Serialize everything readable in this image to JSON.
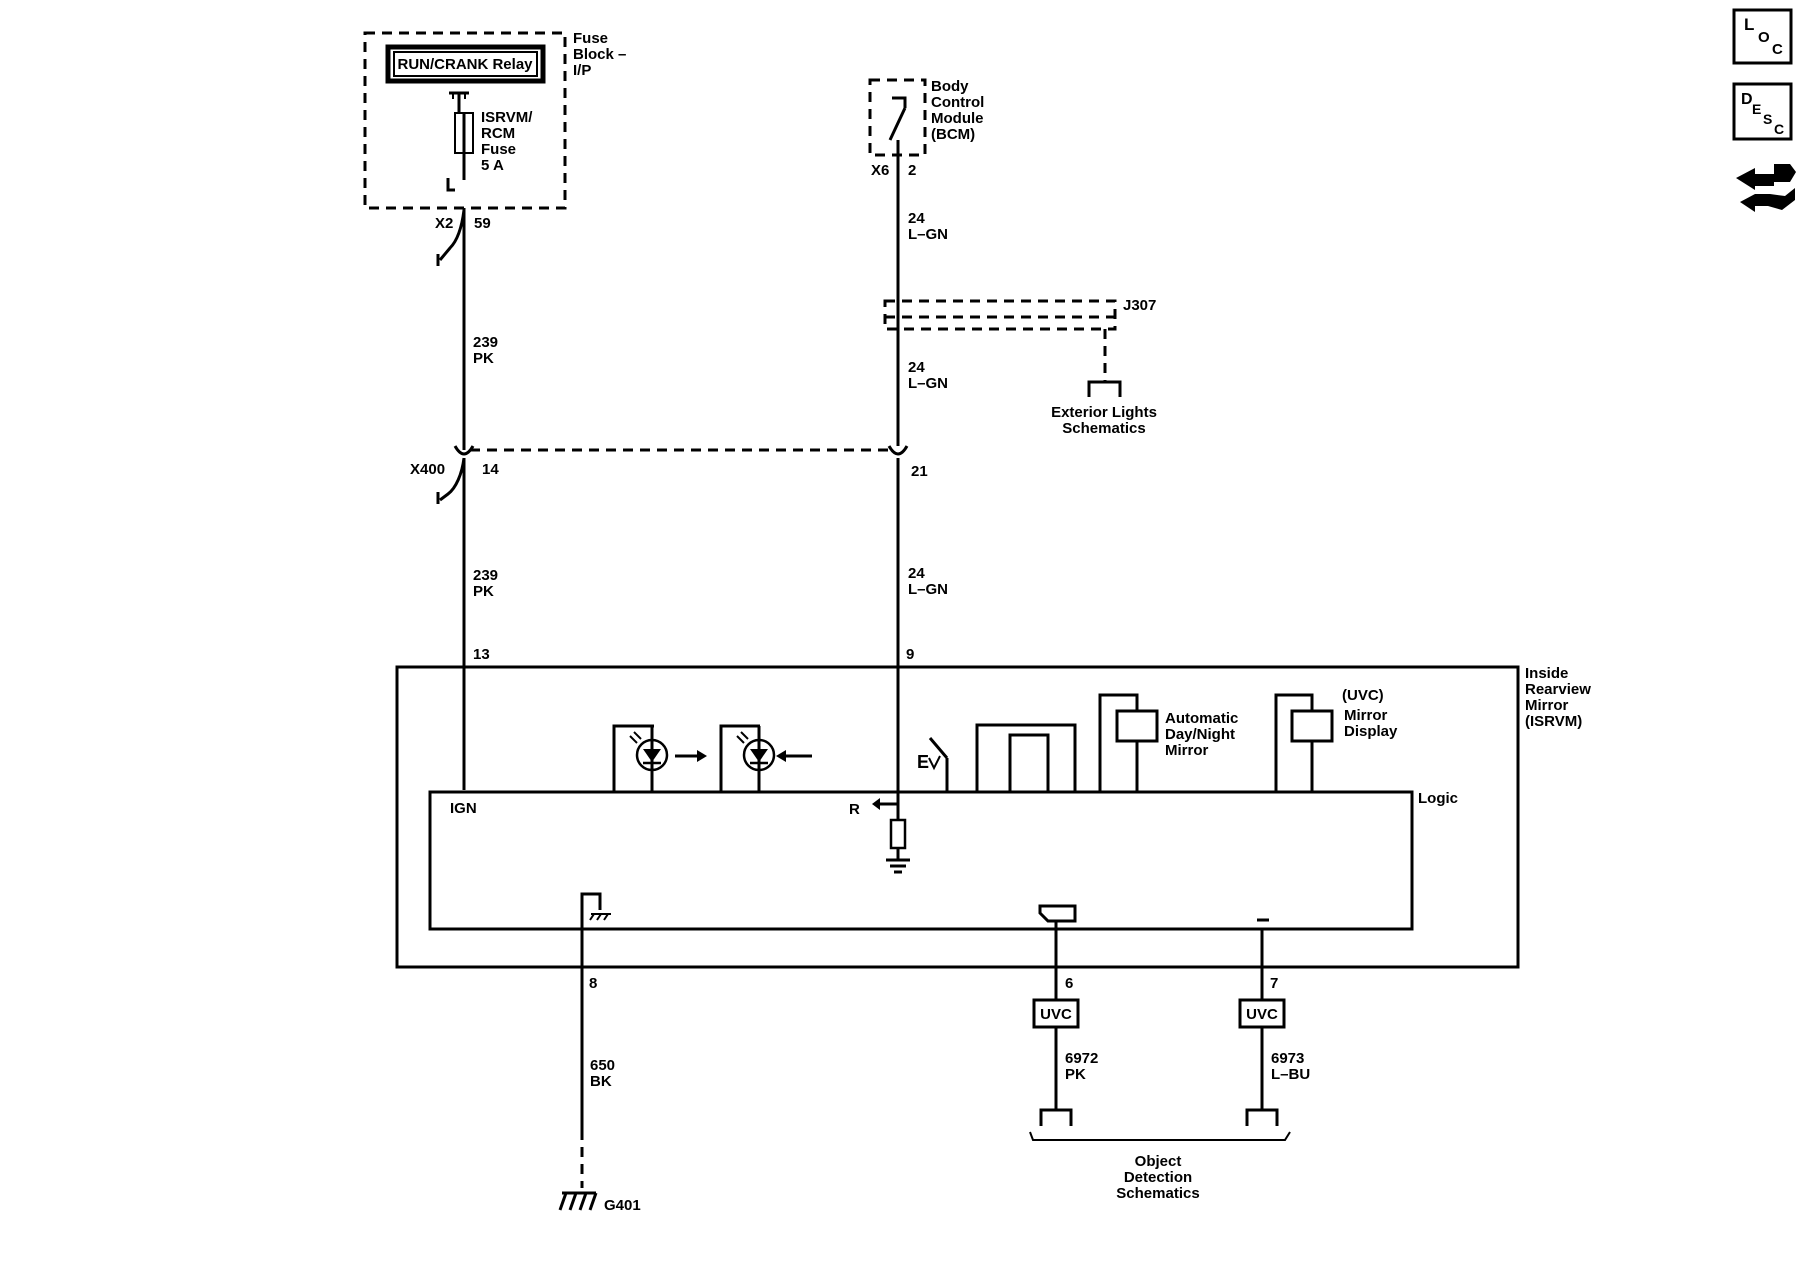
{
  "relay": {
    "name": "RUN/CRANK Relay"
  },
  "fuse_block": {
    "line1": "Fuse",
    "line2": "Block –",
    "line3": "I/P"
  },
  "fuse": {
    "line1": "ISRVM/",
    "line2": "RCM",
    "line3": "Fuse",
    "line4": "5 A"
  },
  "bcm": {
    "line1": "Body",
    "line2": "Control",
    "line3": "Module",
    "line4": "(BCM)",
    "connector": "X6",
    "pin": "2"
  },
  "fuse_conn": {
    "connector": "X2",
    "pin": "59"
  },
  "wires": {
    "w_pk_upper": {
      "circuit": "239",
      "color": "PK"
    },
    "w_lgn_1": {
      "circuit": "24",
      "color": "L–GN"
    },
    "w_lgn_2": {
      "circuit": "24",
      "color": "L–GN"
    },
    "w_pk_lower": {
      "circuit": "239",
      "color": "PK"
    },
    "w_lgn_3": {
      "circuit": "24",
      "color": "L–GN"
    },
    "w_bk": {
      "circuit": "650",
      "color": "BK"
    },
    "w_6972": {
      "circuit": "6972",
      "color": "PK"
    },
    "w_6973": {
      "circuit": "6973",
      "color": "L–BU"
    }
  },
  "splice": {
    "name": "J307"
  },
  "exterior_ref": {
    "line1": "Exterior Lights",
    "line2": "Schematics"
  },
  "inline_conn": {
    "connector": "X400",
    "pin_left": "14",
    "pin_right": "21"
  },
  "mirror": {
    "line1": "Inside",
    "line2": "Rearview",
    "line3": "Mirror",
    "line4": "(ISRVM)",
    "pin_ign": "13",
    "pin_r": "9",
    "pin_gnd": "8",
    "pin_6": "6",
    "pin_7": "7",
    "logic": "Logic",
    "ign": "IGN",
    "r": "R",
    "auto1": "Automatic",
    "auto2": "Day/Night",
    "auto3": "Mirror",
    "uvc_top": "(UVC)",
    "disp1": "Mirror",
    "disp2": "Display",
    "ev": "E"
  },
  "uvc": {
    "left": "UVC",
    "right": "UVC"
  },
  "ground": {
    "name": "G401"
  },
  "object_ref": {
    "line1": "Object",
    "line2": "Detection",
    "line3": "Schematics"
  },
  "side_icons": {
    "loc": {
      "a": "L",
      "b": "O",
      "c": "C",
      "icon": "location-icon"
    },
    "desc": {
      "a": "D",
      "b": "E",
      "c": "S",
      "d": "C",
      "icon": "description-icon"
    },
    "conn": {
      "icon": "connector-icon"
    }
  }
}
